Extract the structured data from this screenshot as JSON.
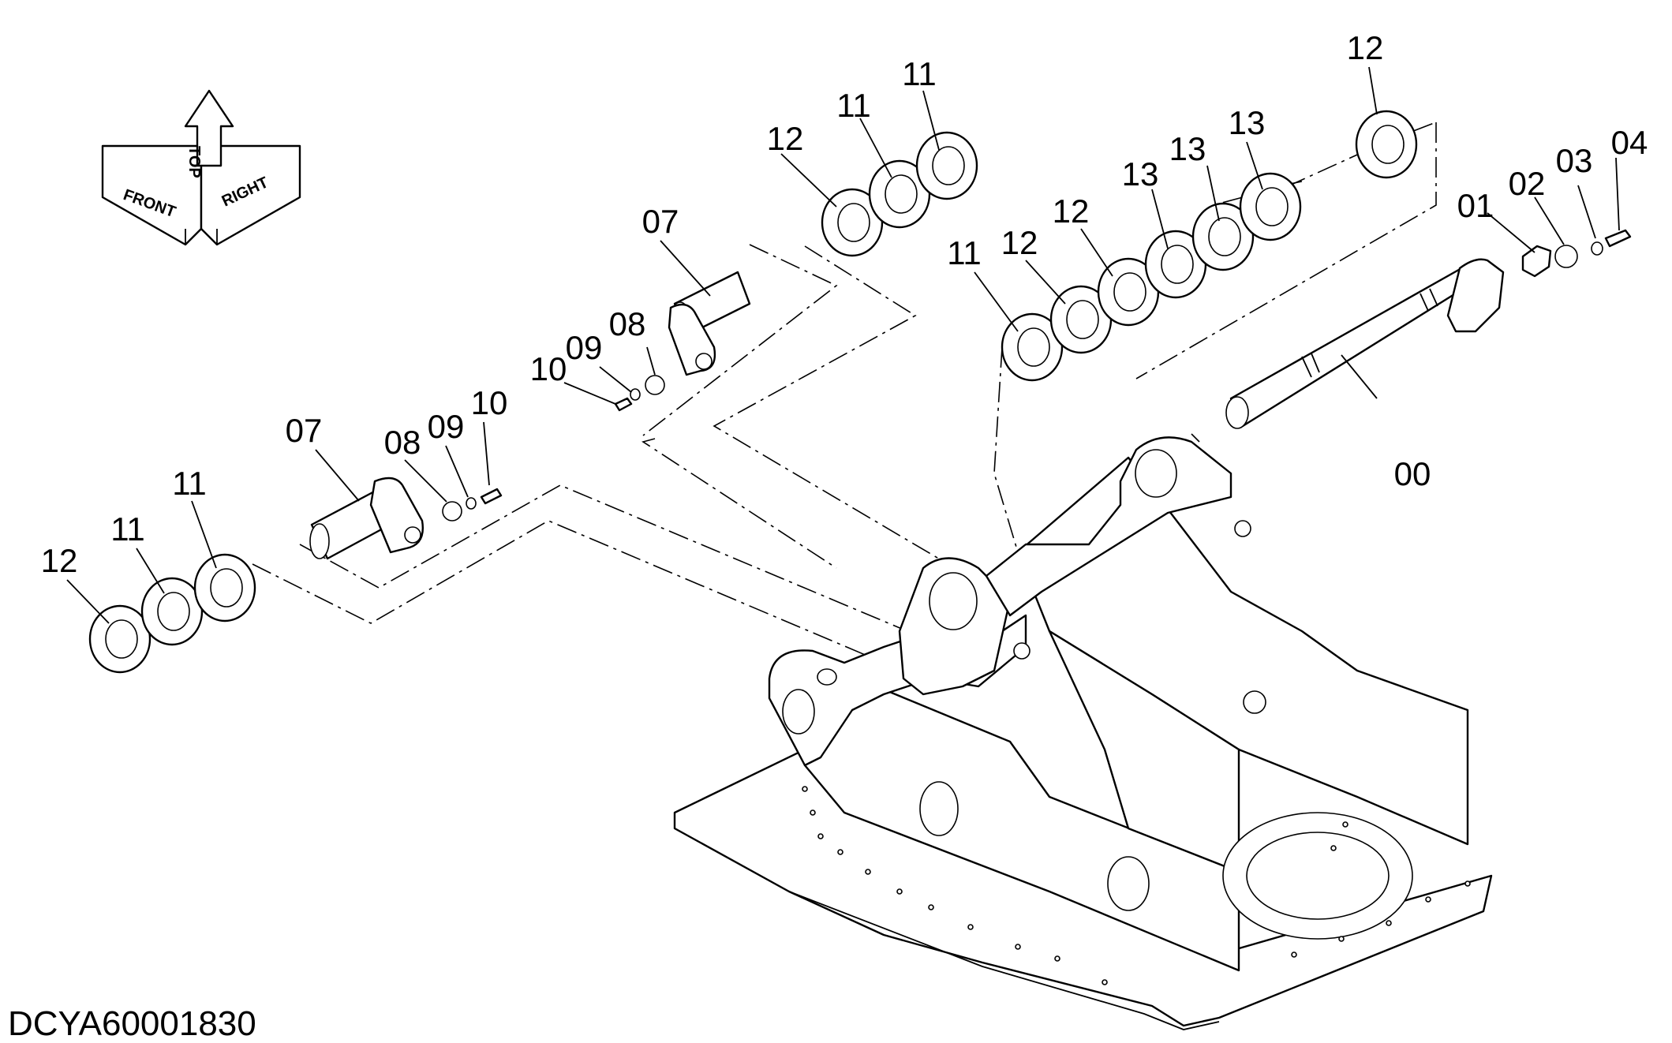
{
  "document_id": "DCYA60001830",
  "orientation": {
    "front": "FRONT",
    "top": "TOP",
    "right": "RIGHT"
  },
  "callouts": {
    "c00": "00",
    "c01": "01",
    "c02": "02",
    "c03": "03",
    "c04": "04",
    "c07a": "07",
    "c08a": "08",
    "c09a": "09",
    "c10a": "10",
    "c07b": "07",
    "c08b": "08",
    "c09b": "09",
    "c10b": "10",
    "c11a": "11",
    "c11b": "11",
    "c12a": "12",
    "c12b": "12",
    "c11c": "11",
    "c11d": "11",
    "c11e": "11",
    "c12c": "12",
    "c12d": "12",
    "c13a": "13",
    "c13b": "13",
    "c13c": "13",
    "c12e": "12"
  }
}
